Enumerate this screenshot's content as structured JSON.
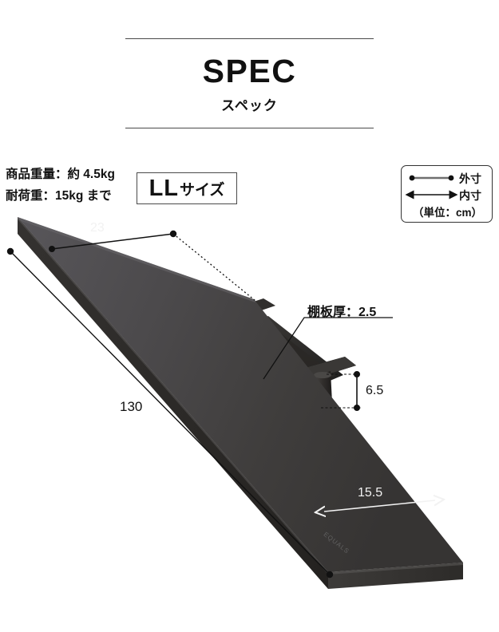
{
  "header": {
    "title": "SPEC",
    "subtitle": "スペック"
  },
  "weight": {
    "product_weight": "商品重量：約 4.5kg",
    "load_capacity": "耐荷重：15kg まで"
  },
  "size_badge": {
    "main": "LL",
    "suffix": "サイズ"
  },
  "legend": {
    "outer_label": "外寸",
    "inner_label": "内寸",
    "unit": "（単位：cm）"
  },
  "dimensions": {
    "depth": "23",
    "width": "130",
    "inner_width": "15.5",
    "bracket_height": "6.5",
    "shelf_thickness": "棚板厚：2.5"
  },
  "product": {
    "brand_mark": "EQUALS"
  },
  "colors": {
    "background": "#ffffff",
    "text": "#111111",
    "shelf_top": "#4a4a4a",
    "shelf_front": "#2e2c2a",
    "shelf_side": "#3a3836",
    "bracket": "#262523",
    "dim_light": "#f2f2f2",
    "dim_dark": "#111111",
    "legend_line": "#6f6f6f"
  }
}
